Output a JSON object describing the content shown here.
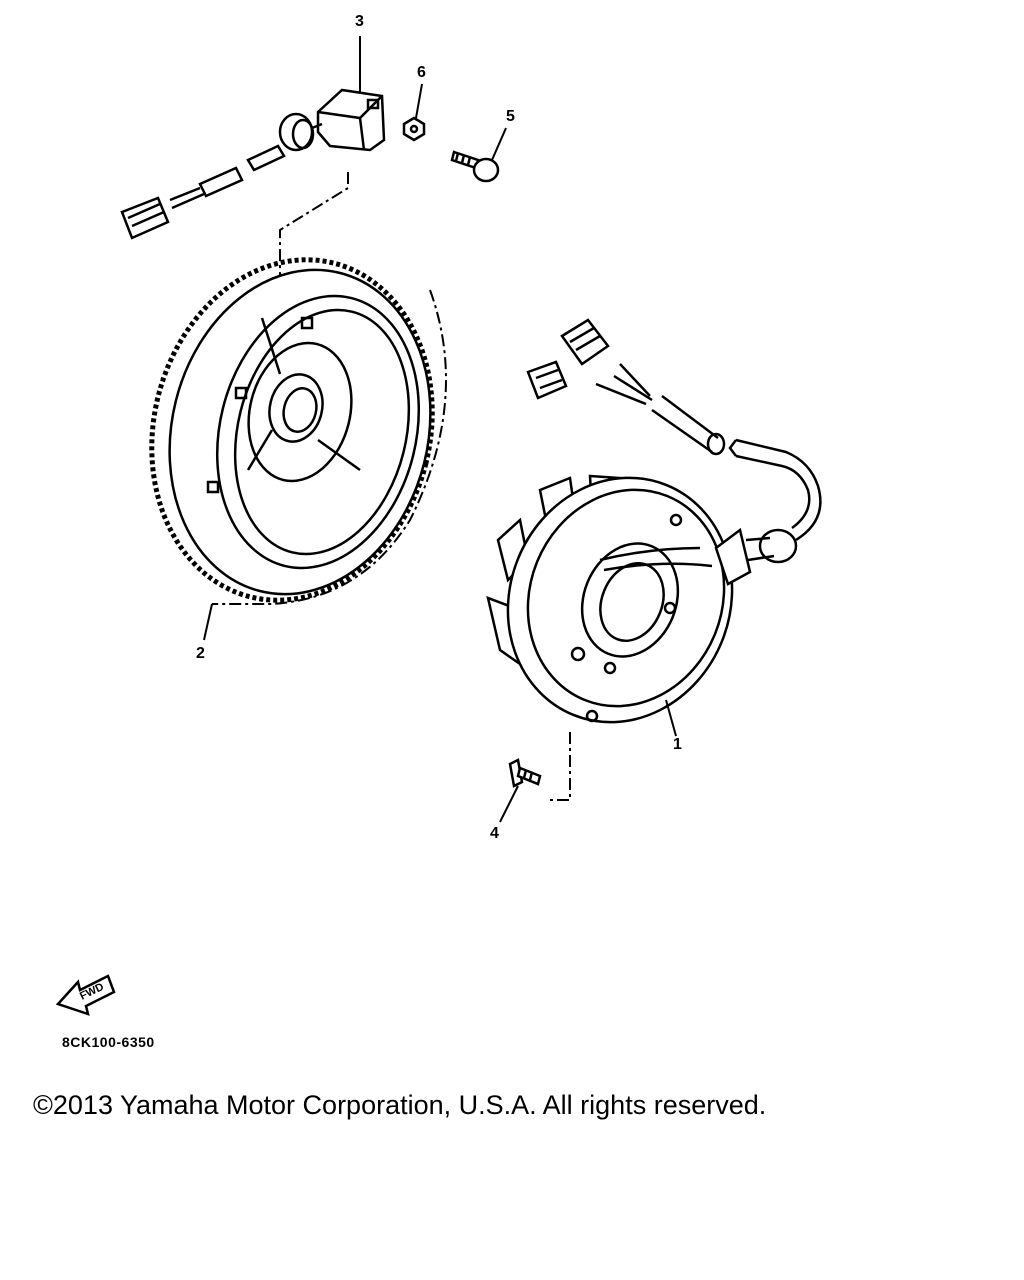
{
  "callouts": {
    "c1": "1",
    "c2": "2",
    "c3": "3",
    "c4": "4",
    "c5": "5",
    "c6": "6"
  },
  "fwd_indicator": "FWD",
  "part_code": "8CK100-6350",
  "copyright": "©2013 Yamaha Motor Corporation, U.S.A. All rights reserved.",
  "colors": {
    "ink": "#000000",
    "background": "#ffffff"
  }
}
